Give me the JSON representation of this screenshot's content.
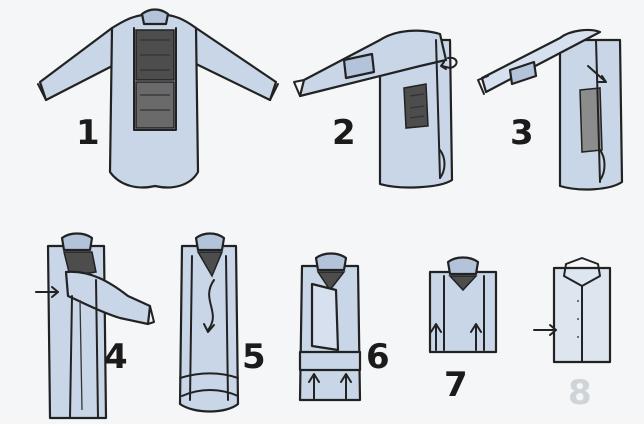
{
  "steps": [
    {
      "label": "1"
    },
    {
      "label": "2"
    },
    {
      "label": "3"
    },
    {
      "label": "4"
    },
    {
      "label": "5"
    },
    {
      "label": "6"
    },
    {
      "label": "7"
    },
    {
      "label": "8"
    }
  ],
  "colors": {
    "shirt": "#c9d6e8",
    "outline": "#222222",
    "shading": "#4d4d4d",
    "background": "#f4f6f8"
  }
}
